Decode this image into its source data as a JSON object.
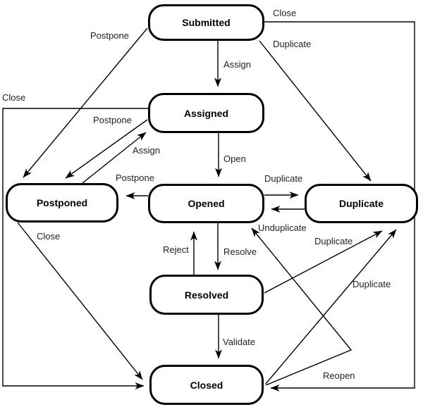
{
  "diagram": {
    "type": "state-diagram",
    "background_color": "#ffffff",
    "line_color": "#000000",
    "nodes": [
      {
        "id": "submitted",
        "label": "Submitted"
      },
      {
        "id": "assigned",
        "label": "Assigned"
      },
      {
        "id": "postponed",
        "label": "Postponed"
      },
      {
        "id": "opened",
        "label": "Opened"
      },
      {
        "id": "duplicate",
        "label": "Duplicate"
      },
      {
        "id": "resolved",
        "label": "Resolved"
      },
      {
        "id": "closed",
        "label": "Closed"
      }
    ],
    "edges": [
      {
        "from": "Submitted",
        "to": "Assigned",
        "label": "Assign"
      },
      {
        "from": "Submitted",
        "to": "Postponed",
        "label": "Postpone"
      },
      {
        "from": "Submitted",
        "to": "Duplicate",
        "label": "Duplicate"
      },
      {
        "from": "Submitted",
        "to": "Closed",
        "label": "Close"
      },
      {
        "from": "Assigned",
        "to": "Opened",
        "label": "Open"
      },
      {
        "from": "Assigned",
        "to": "Postponed",
        "label": "Postpone"
      },
      {
        "from": "Postponed",
        "to": "Assigned",
        "label": "Assign"
      },
      {
        "from": "Assigned",
        "to": "Closed",
        "label": "Close"
      },
      {
        "from": "Opened",
        "to": "Postponed",
        "label": "Postpone"
      },
      {
        "from": "Opened",
        "to": "Duplicate",
        "label": "Duplicate"
      },
      {
        "from": "Duplicate",
        "to": "Opened",
        "label": "Unduplicate"
      },
      {
        "from": "Postponed",
        "to": "Closed",
        "label": "Close"
      },
      {
        "from": "Resolved",
        "to": "Opened",
        "label": "Reject"
      },
      {
        "from": "Opened",
        "to": "Resolved",
        "label": "Resolve"
      },
      {
        "from": "Resolved",
        "to": "Closed",
        "label": "Validate"
      },
      {
        "from": "Resolved",
        "to": "Duplicate",
        "label": "Duplicate"
      },
      {
        "from": "Closed",
        "to": "Duplicate",
        "label": "Duplicate"
      },
      {
        "from": "Closed",
        "to": "Opened",
        "label": "Reopen"
      }
    ]
  }
}
